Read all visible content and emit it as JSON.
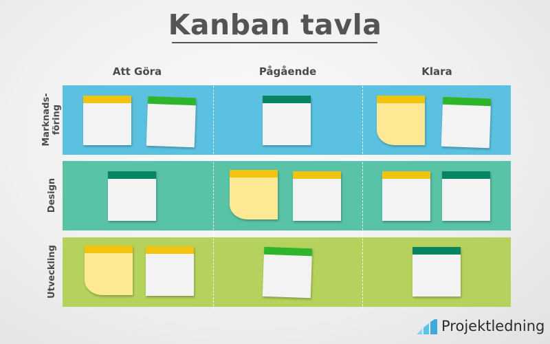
{
  "title": "Kanban tavla",
  "columns": [
    {
      "label": "Att Göra"
    },
    {
      "label": "Pågående"
    },
    {
      "label": "Klara"
    }
  ],
  "rows": [
    {
      "label_line1": "Marknads-",
      "label_line2": "föring",
      "color": "#5ac2e0"
    },
    {
      "label_line1": "Design",
      "label_line2": "",
      "color": "#58c3a6"
    },
    {
      "label_line1": "Utveckling",
      "label_line2": "",
      "color": "#b5d25c"
    }
  ],
  "notes": [
    {
      "row": "Marknadsföring",
      "column": "Att Göra",
      "band": "yellow",
      "paper": "white"
    },
    {
      "row": "Marknadsföring",
      "column": "Att Göra",
      "band": "green",
      "paper": "white"
    },
    {
      "row": "Marknadsföring",
      "column": "Pågående",
      "band": "darkgreen",
      "paper": "white"
    },
    {
      "row": "Marknadsföring",
      "column": "Klara",
      "band": "yellow",
      "paper": "yellow"
    },
    {
      "row": "Marknadsföring",
      "column": "Klara",
      "band": "green",
      "paper": "white"
    },
    {
      "row": "Design",
      "column": "Att Göra",
      "band": "darkgreen",
      "paper": "white"
    },
    {
      "row": "Design",
      "column": "Pågående",
      "band": "yellow",
      "paper": "yellow"
    },
    {
      "row": "Design",
      "column": "Pågående",
      "band": "yellow",
      "paper": "white"
    },
    {
      "row": "Design",
      "column": "Klara",
      "band": "yellow",
      "paper": "white"
    },
    {
      "row": "Design",
      "column": "Klara",
      "band": "darkgreen",
      "paper": "white"
    },
    {
      "row": "Utveckling",
      "column": "Att Göra",
      "band": "yellow",
      "paper": "yellow"
    },
    {
      "row": "Utveckling",
      "column": "Att Göra",
      "band": "yellow",
      "paper": "white"
    },
    {
      "row": "Utveckling",
      "column": "Pågående",
      "band": "green",
      "paper": "white"
    },
    {
      "row": "Utveckling",
      "column": "Klara",
      "band": "darkgreen",
      "paper": "white"
    }
  ],
  "colors": {
    "band_yellow": "#f2c40f",
    "band_green": "#2fb52b",
    "band_darkgreen": "#078562",
    "paper_white": "#f3f3f3",
    "paper_yellow": "#fde893"
  },
  "logo": {
    "text": "Projektledning",
    "icon": "bar-chart-logo-icon"
  }
}
